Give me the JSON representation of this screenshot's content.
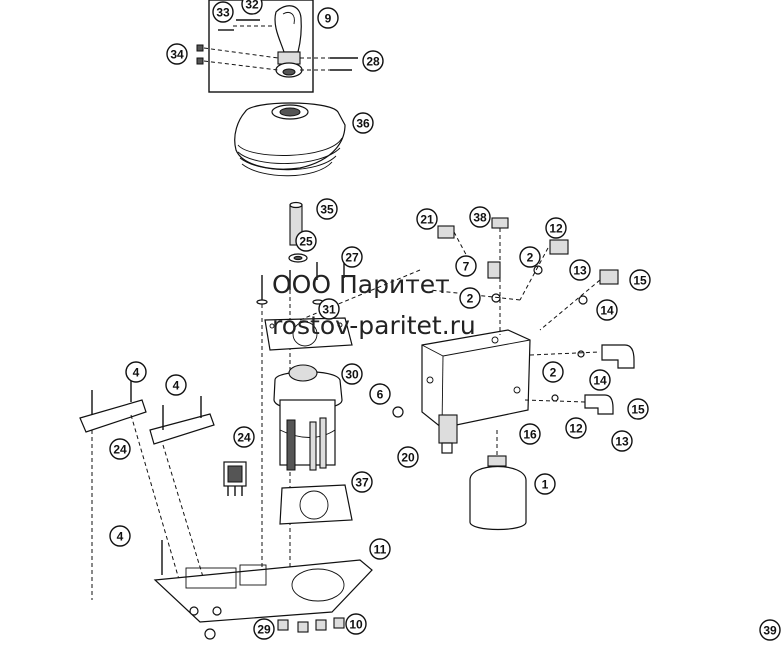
{
  "watermark": {
    "line1": "ООО Паритет",
    "line2": "rostov-paritet.ru"
  },
  "callouts": [
    "1",
    "2",
    "2",
    "2",
    "4",
    "4",
    "4",
    "6",
    "7",
    "9",
    "10",
    "11",
    "12",
    "12",
    "13",
    "13",
    "14",
    "14",
    "15",
    "15",
    "16",
    "20",
    "21",
    "24",
    "24",
    "25",
    "27",
    "28",
    "29",
    "30",
    "31",
    "32",
    "33",
    "34",
    "35",
    "36",
    "37",
    "38",
    "39"
  ]
}
